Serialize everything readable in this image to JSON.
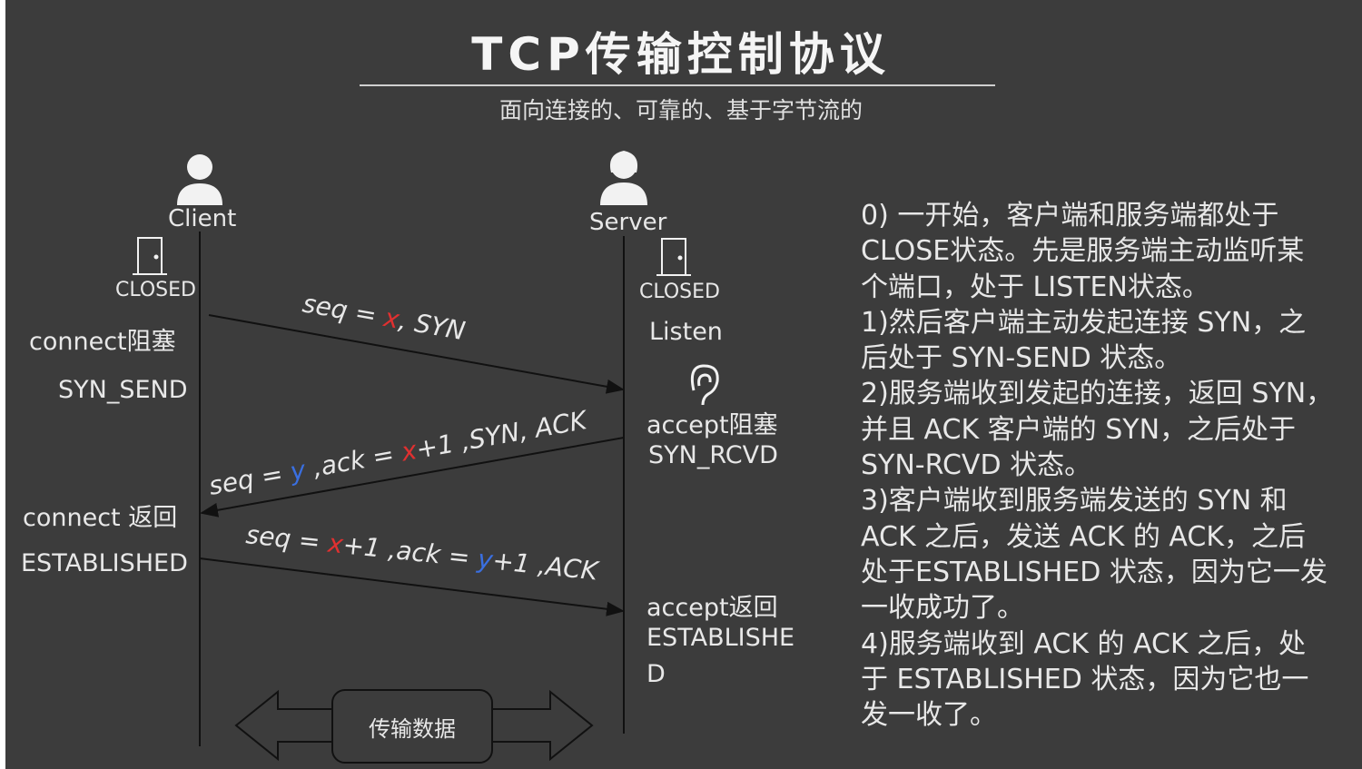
{
  "title": "TCP传输控制协议",
  "subtitle": "面向连接的、可靠的、基于字节流的",
  "client": {
    "name": "Client",
    "icon": "person-icon",
    "state_initial": "CLOSED",
    "labels": [
      "connect阻塞",
      "SYN_SEND",
      "connect 返回",
      "ESTABLISHED"
    ]
  },
  "server": {
    "name": "Server",
    "icon": "person-icon",
    "state_initial": "CLOSED",
    "listen": "Listen",
    "listen_icon": "ear-icon",
    "labels_mid": [
      "accept阻塞",
      "SYN_RCVD"
    ],
    "labels_end": [
      "accept返回",
      "ESTABLISHE",
      "D"
    ]
  },
  "messages": [
    {
      "segments": [
        {
          "t": "seq = ",
          "c": "w"
        },
        {
          "t": "x",
          "c": "r"
        },
        {
          "t": ", SYN",
          "c": "w"
        }
      ]
    },
    {
      "segments": [
        {
          "t": "seq = ",
          "c": "w"
        },
        {
          "t": "y",
          "c": "b"
        },
        {
          "t": " ,ack = ",
          "c": "w"
        },
        {
          "t": "x",
          "c": "r"
        },
        {
          "t": "+1 ,SYN, ACK",
          "c": "w"
        }
      ]
    },
    {
      "segments": [
        {
          "t": "seq = ",
          "c": "w"
        },
        {
          "t": "x",
          "c": "r"
        },
        {
          "t": "+1 ,ack = ",
          "c": "w"
        },
        {
          "t": "y",
          "c": "b"
        },
        {
          "t": "+1 ,ACK",
          "c": "w"
        }
      ]
    }
  ],
  "transfer_label": "传输数据",
  "steps_text": "0) 一开始，客户端和服务端都处于\nCLOSE状态。先是服务端主动监听某\n个端口，处于 LISTEN状态。\n1)然后客户端主动发起连接 SYN，之\n后处于 SYN-SEND 状态。\n2)服务端收到发起的连接，返回 SYN，\n并且 ACK 客户端的 SYN，之后处于\nSYN-RCVD 状态。\n3)客户端收到服务端发送的 SYN 和\nACK 之后，发送 ACK 的 ACK，之后\n处于ESTABLISHED 状态，因为它一发\n一收成功了。\n4)服务端收到 ACK 的 ACK 之后，处\n于 ESTABLISHED 状态，因为它也一\n发一收了。",
  "colors": {
    "background": "#3c3c3c",
    "text": "#e8e8e8",
    "highlight_red": "#e03030",
    "highlight_blue": "#3a6fe0"
  }
}
